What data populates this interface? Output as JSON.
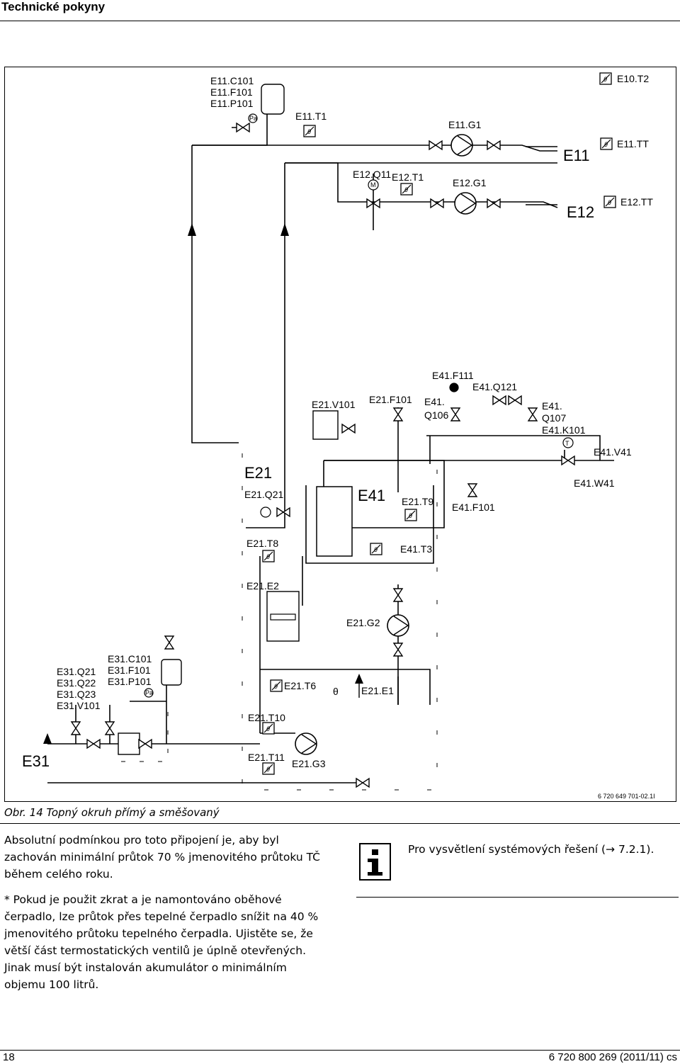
{
  "header": {
    "title": "Technické pokyny"
  },
  "figure": {
    "labels": {
      "e11_c101": "E11.C101",
      "e11_f101": "E11.F101",
      "e11_p101": "E11.P101",
      "e11_t1": "E11.T1",
      "e11_g1": "E11.G1",
      "e11": "E11",
      "e12_q11": "E12.Q11",
      "e12_t1": "E12.T1",
      "e12_g1": "E12.G1",
      "e12": "E12",
      "e10_t2": "E10.T2",
      "e11_tt": "E11.TT",
      "e12_tt": "E12.TT",
      "e41_f111": "E41.F111",
      "e41_q121": "E41.Q121",
      "e21_v101": "E21.V101",
      "e21_f101": "E21.F101",
      "e41_q106_a": "E41.",
      "e41_q106_b": "Q106",
      "e41_q107_a": "E41.",
      "e41_q107_b": "Q107",
      "e41_k101": "E41.K101",
      "e41_v41": "E41.V41",
      "e41_w41": "E41.W41",
      "e21": "E21",
      "e21_q21": "E21.Q21",
      "e41": "E41",
      "e21_t9": "E21.T9",
      "e41_f101": "E41.F101",
      "e21_t8": "E21.T8",
      "e41_t3": "E41.T3",
      "e21_e2": "E21.E2",
      "e21_g2": "E21.G2",
      "e31_q21": "E31.Q21",
      "e31_q22": "E31.Q22",
      "e31_q23": "E31.Q23",
      "e31_v101": "E31.V101",
      "e31_c101": "E31.C101",
      "e31_f101": "E31.F101",
      "e31_p101": "E31.P101",
      "e21_t6": "E21.T6",
      "e21_e1": "E21.E1",
      "e21_t10": "E21.T10",
      "e21_t11": "E21.T11",
      "e21_g3": "E21.G3",
      "e31": "E31",
      "drawing_no": "6 720 649 701-02.1I",
      "sym_pa": "Pa",
      "sym_m": "M",
      "sym_t": "T"
    }
  },
  "caption": {
    "prefix": "Obr. 14",
    "text": "Topný okruh přímý a směšovaný"
  },
  "paragraphs": {
    "p1": "Absolutní podmínkou pro toto připojení je, aby byl zachován minimální průtok 70 % jmenovitého průtoku TČ během celého roku.",
    "p2": "* Pokud je použit zkrat a je namontováno oběhové čerpadlo, lze průtok přes tepelné čerpadlo snížit na 40 % jmenovitého průtoku tepelného čerpadla. Ujistěte se, že větší část termostatických ventilů je úplně otevřených. Jinak musí být instalován akumulátor o minimálním objemu 100 litrů."
  },
  "info": {
    "text": "Pro vysvětlení systémových řešení (→ 7.2.1)."
  },
  "footer": {
    "page": "18",
    "doc": "6 720 800 269 (2011/11) cs"
  }
}
